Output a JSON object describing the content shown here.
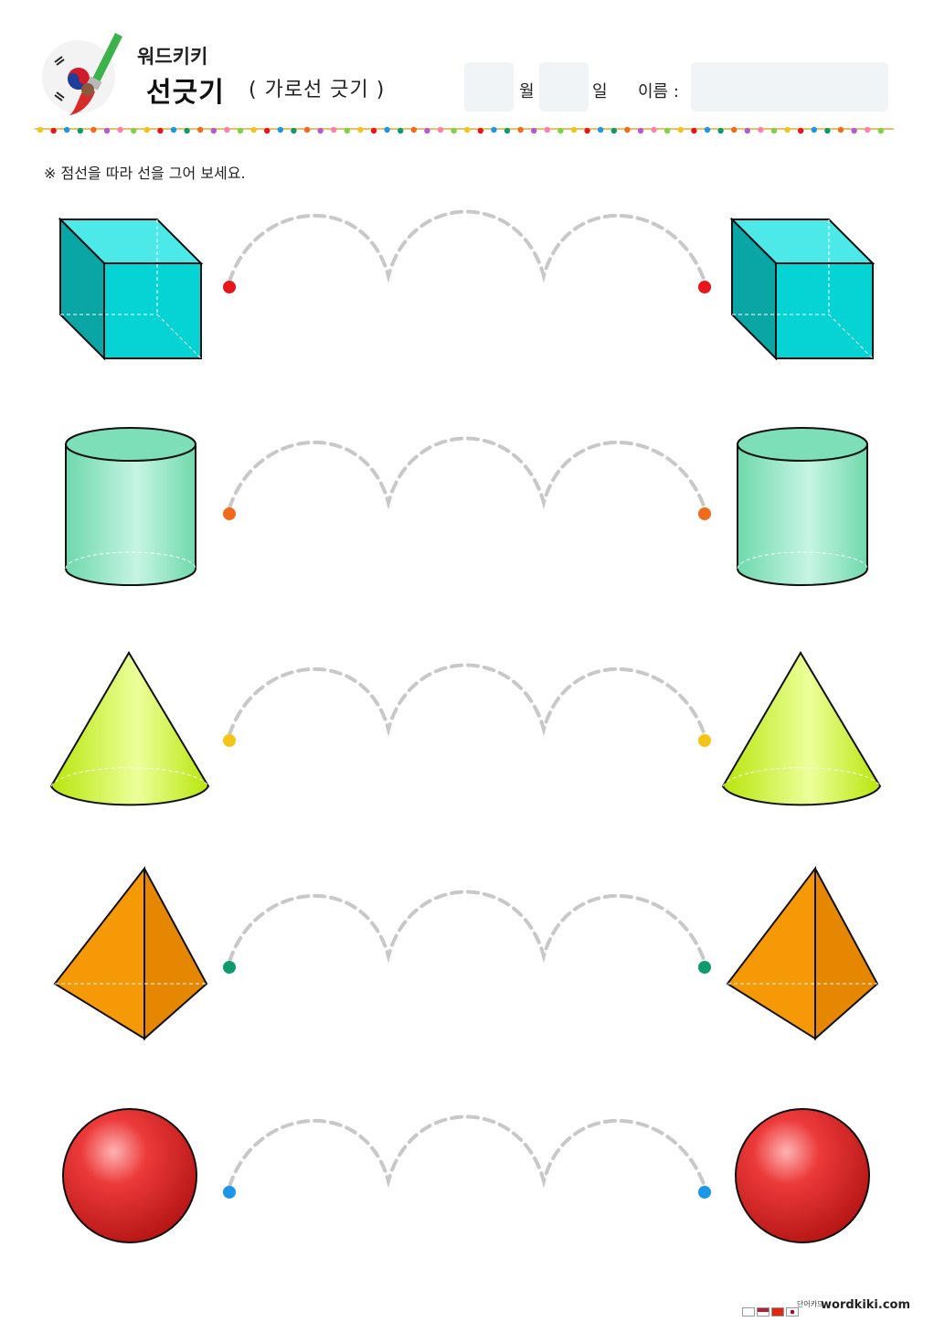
{
  "header": {
    "brand": "워드키키",
    "title": "선긋기",
    "subtitle": "( 가로선 긋기 )",
    "month_label": "월",
    "day_label": "일",
    "name_label": "이름 :"
  },
  "instruction": "※ 점선을 따라 선을 그어 보세요.",
  "rows": [
    {
      "shape": "cube",
      "dot_color": "#e8151b"
    },
    {
      "shape": "cylinder",
      "dot_color": "#f26a1b"
    },
    {
      "shape": "cone",
      "dot_color": "#f5c518"
    },
    {
      "shape": "pyramid",
      "dot_color": "#0f9a6a"
    },
    {
      "shape": "sphere",
      "dot_color": "#1e96e8"
    }
  ],
  "footer": {
    "flag_label": "단어카드",
    "site": "wordkiki.com"
  },
  "colors": {
    "dotted_line": "#c8c8c8",
    "cube": "#06d3d3",
    "cylinder": "#86e3bd",
    "cone": "#c8f40a",
    "pyramid": "#f59a06",
    "sphere": "#e0262a"
  }
}
